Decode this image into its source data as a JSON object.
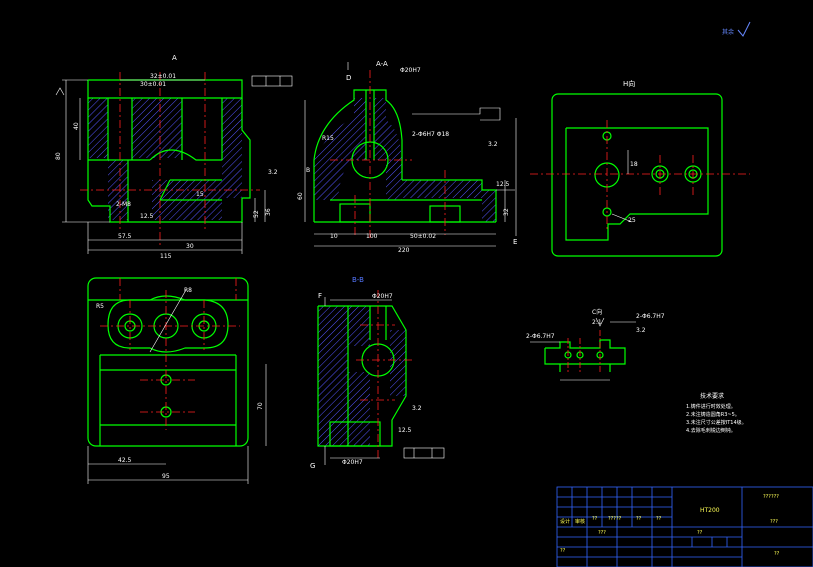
{
  "colors": {
    "background": "#000000",
    "outline": "#00ff00",
    "hatch": "#5555ff",
    "centerline": "#ff2020",
    "dimension": "#ffffff",
    "note": "#ffff55",
    "titleblock": "#3366ff"
  },
  "views": {
    "front": {
      "marker": "A",
      "dims": {
        "left_height": "80",
        "inner_height": "40",
        "right_1": "52",
        "right_2": "36",
        "bottom_1": "57.5",
        "bottom_2": "30",
        "overall": "115",
        "top_1": "32±0.01",
        "top_2": "30±0.01",
        "fit_1": "2-M8",
        "fit_2": "12.5",
        "fit_3": "15",
        "rough": "3.2"
      }
    },
    "section_aa": {
      "label": "A-A",
      "circle_label": "D",
      "bottom_circle": "E",
      "dims": {
        "top_fit": "Φ20H7",
        "r15": "R15",
        "height": "60",
        "bottom_1": "10",
        "bottom_2": "100",
        "bottom_3": "50±0.02",
        "overall": "220",
        "right_1": "32",
        "right_2": "12.5",
        "holes": "2-Φ6H7 Φ18",
        "rough": "3.2",
        "side": "B"
      }
    },
    "side": {
      "label": "H向",
      "dims": {
        "d1": "18",
        "d2": "25"
      }
    },
    "top": {
      "dims": {
        "r5": "R5",
        "r8": "R8",
        "bottom_1": "42.5",
        "overall": "95",
        "right": "70"
      }
    },
    "section_bb": {
      "label": "B-B",
      "circle_top": "F",
      "circle_bottom": "G",
      "dims": {
        "top_fit": "Φ20H7",
        "bottom_fit": "Φ20H7",
        "rough": "3.2",
        "side": "12.5"
      }
    },
    "detail": {
      "label_left": "2-Φ6.7H7",
      "label_right": "2-Φ6.7H7",
      "mark": "C向",
      "scale": "2:1",
      "rough": "3.2"
    }
  },
  "notes": {
    "title": "技术要求",
    "items": [
      "1.铸件进行时效处理。",
      "2.未注铸造圆角R3~5。",
      "3.未注尺寸公差按IT14级。",
      "4.去除毛刺锐边倒钝。"
    ]
  },
  "roughness_corner": "其余",
  "title_block": {
    "material": "HT200",
    "drawing_no": "??????",
    "scale_cell": "???",
    "sheet_cell": "??",
    "cells": [
      "设计",
      "审核",
      "??",
      "?????",
      "??",
      "??",
      "??",
      "???",
      "??"
    ]
  }
}
